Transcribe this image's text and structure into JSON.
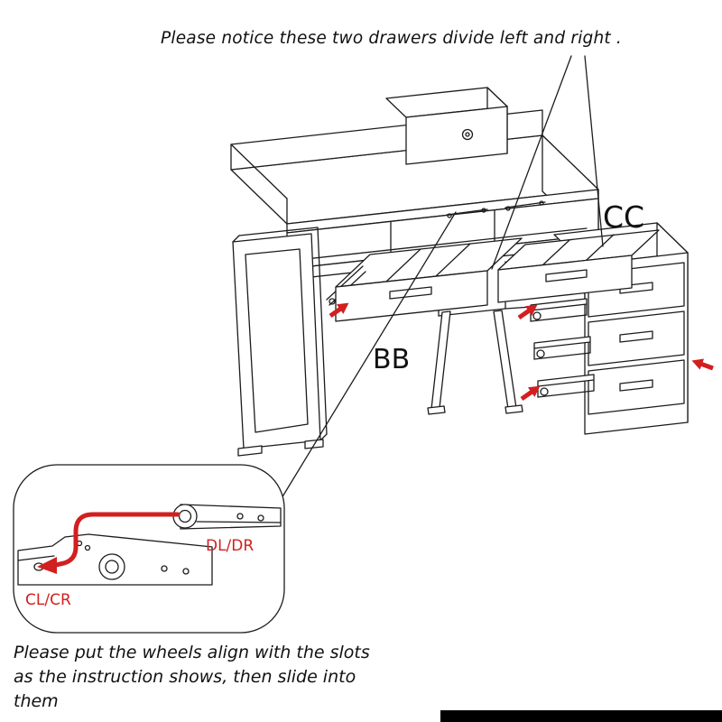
{
  "title": "Please notice these two drawers divide left and right .",
  "labels": {
    "left_drawer": "BB",
    "right_cabinet": "CC"
  },
  "inset": {
    "top_rail": "DL/DR",
    "bottom_rail": "CL/CR"
  },
  "footer": {
    "lines": [
      "Please put the wheels align with the slots",
      "as the instruction shows, then slide into",
      "them"
    ]
  },
  "colors": {
    "line": "#1c1c1c",
    "red": "#d21f1f",
    "background": "#ffffff",
    "bottom_bar": "#000000"
  }
}
